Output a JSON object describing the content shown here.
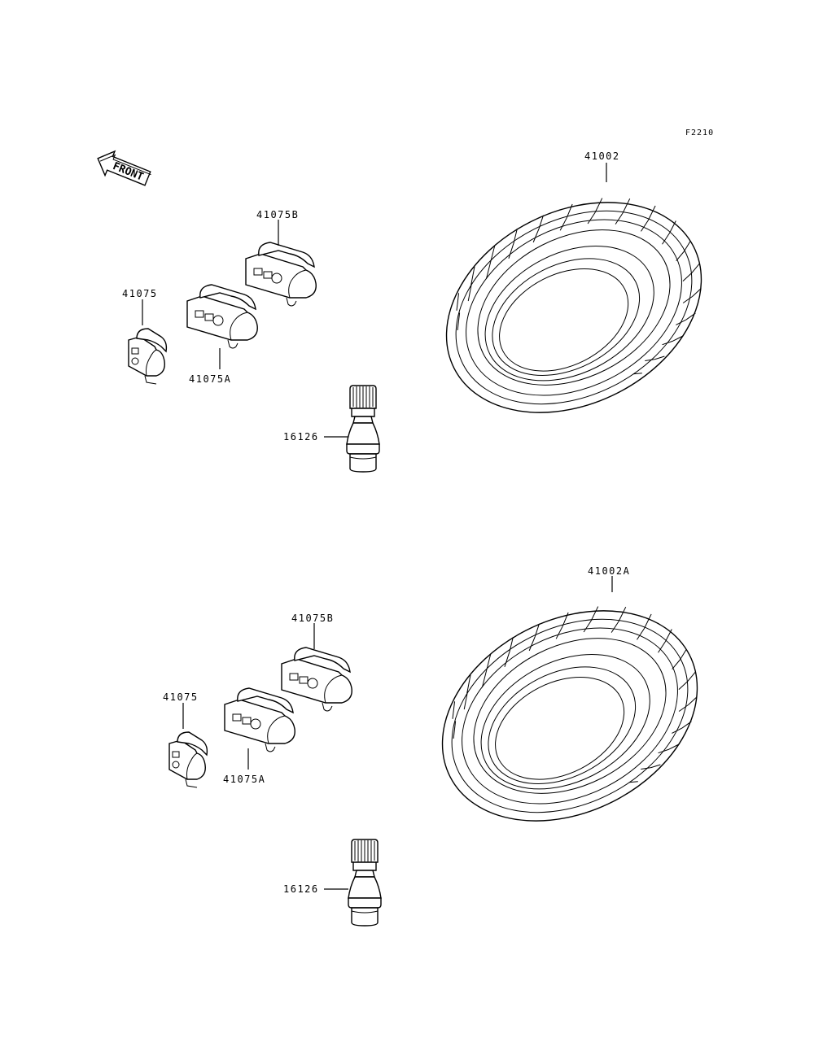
{
  "figure_code": "F2210",
  "direction_marker": {
    "text": "FRONT",
    "icon": "front-arrow-icon"
  },
  "groups": [
    {
      "name": "upper",
      "tire": "41002",
      "weight_a": "41075A",
      "weight_b": "41075B",
      "weight": "41075",
      "valve": "16126"
    },
    {
      "name": "lower",
      "tire": "41002A",
      "weight_a": "41075A",
      "weight_b": "41075B",
      "weight": "41075",
      "valve": "16126"
    }
  ]
}
